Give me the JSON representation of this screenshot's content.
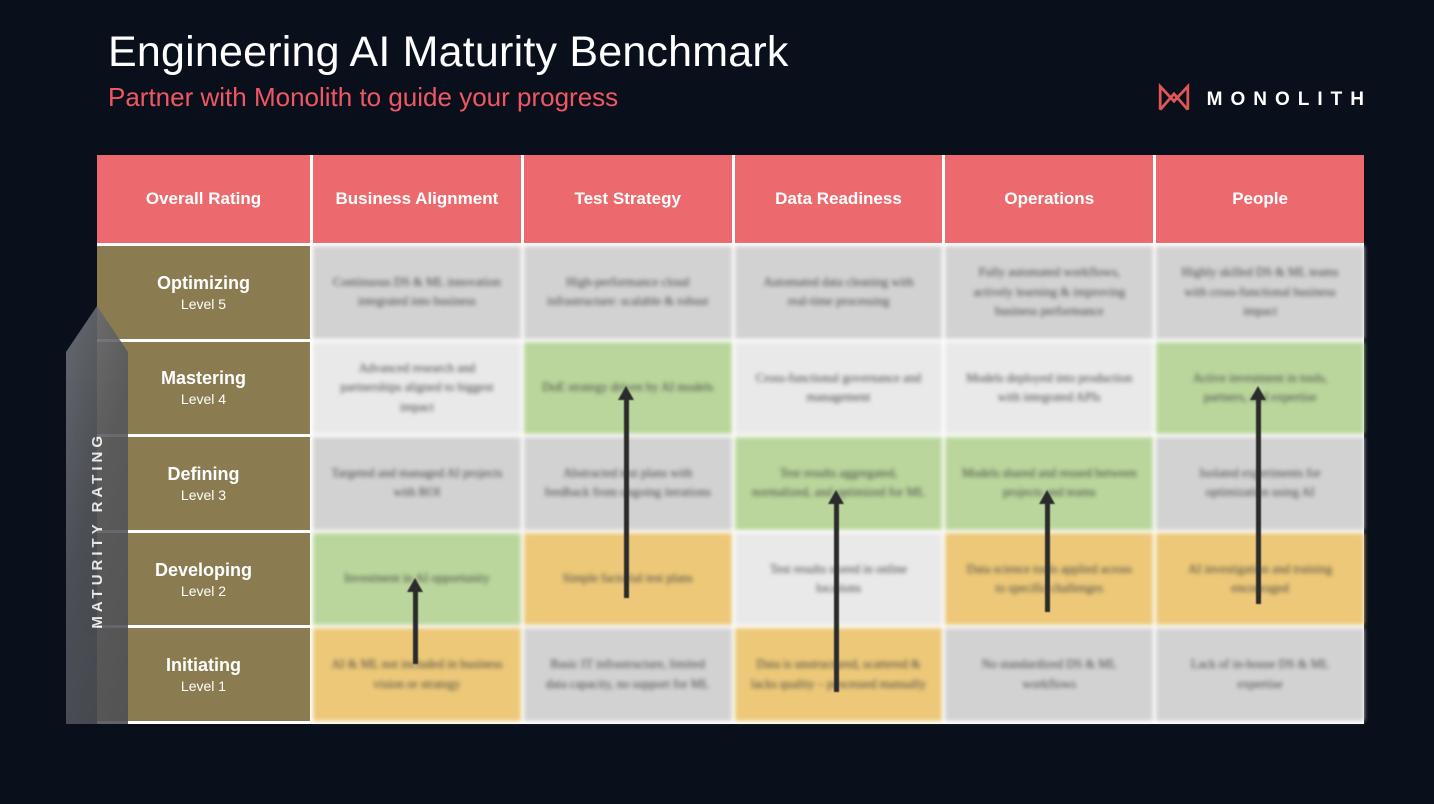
{
  "slide": {
    "title": "Engineering AI Maturity Benchmark",
    "subtitle": "Partner with Monolith to guide your progress",
    "accent_color": "#ef5765",
    "background_color": "#0a101b"
  },
  "logo": {
    "text": "MONOLITH",
    "icon": "monolith-m-icon",
    "icon_color": "#e05656"
  },
  "axis": {
    "label": "MATURITY RATING"
  },
  "legend_colors": {
    "header": "#ec6a6e",
    "rating": "#8a7c50",
    "neutral": "#d2d2d2",
    "strength": "#bad69c",
    "weakness": "#ecc878"
  },
  "table": {
    "columns": [
      "Overall Rating",
      "Business Alignment",
      "Test Strategy",
      "Data Readiness",
      "Operations",
      "People"
    ],
    "rows": [
      {
        "label": "Optimizing",
        "level": "Level 5",
        "cells": [
          {
            "text": "Continuous DS & ML innovation integrated into business",
            "state": "gray"
          },
          {
            "text": "High-performance cloud infrastructure: scalable & robust",
            "state": "gray"
          },
          {
            "text": "Automated data cleaning with real-time processing",
            "state": "gray"
          },
          {
            "text": "Fully automated workflows, actively learning & improving business performance",
            "state": "gray"
          },
          {
            "text": "Highly skilled DS & ML teams with cross-functional business impact",
            "state": "gray"
          }
        ]
      },
      {
        "label": "Mastering",
        "level": "Level 4",
        "cells": [
          {
            "text": "Advanced research and partnerships aligned to biggest impact",
            "state": "gray"
          },
          {
            "text": "DoE strategy driven by AI models",
            "state": "green"
          },
          {
            "text": "Cross-functional governance and management",
            "state": "gray"
          },
          {
            "text": "Models deployed into production with integrated APIs",
            "state": "gray"
          },
          {
            "text": "Active investment in tools, partners, and expertise",
            "state": "green"
          }
        ]
      },
      {
        "label": "Defining",
        "level": "Level 3",
        "cells": [
          {
            "text": "Targeted and managed AI projects with ROI",
            "state": "gray"
          },
          {
            "text": "Abstracted test plans with feedback from ongoing iterations",
            "state": "gray"
          },
          {
            "text": "Test results aggregated, normalized, and optimized for ML",
            "state": "green"
          },
          {
            "text": "Models shared and reused between projects and teams",
            "state": "green"
          },
          {
            "text": "Isolated experiments for optimization using AI",
            "state": "gray"
          }
        ]
      },
      {
        "label": "Developing",
        "level": "Level 2",
        "cells": [
          {
            "text": "Investment in AI opportunity",
            "state": "green"
          },
          {
            "text": "Simple factorial test plans",
            "state": "yellow"
          },
          {
            "text": "Test results stored in online locations",
            "state": "gray"
          },
          {
            "text": "Data science tools applied across to specific challenges",
            "state": "yellow"
          },
          {
            "text": "AI investigation and training encouraged",
            "state": "yellow"
          }
        ]
      },
      {
        "label": "Initiating",
        "level": "Level 1",
        "cells": [
          {
            "text": "AI & ML not included in business vision or strategy",
            "state": "yellow"
          },
          {
            "text": "Basic IT infrastructure, limited data capacity,  no support for ML",
            "state": "gray"
          },
          {
            "text": "Data is unstructured, scattered & lacks quality – processed manually",
            "state": "yellow"
          },
          {
            "text": "No standardized DS & ML workflows",
            "state": "gray"
          },
          {
            "text": "Lack of in-house DS & ML expertise",
            "state": "gray"
          }
        ]
      }
    ]
  },
  "arrows": [
    {
      "column": "Business Alignment",
      "from_level": "Initiating",
      "to_level": "Developing"
    },
    {
      "column": "Test Strategy",
      "from_level": "Developing",
      "to_level": "Mastering"
    },
    {
      "column": "Data Readiness",
      "from_level": "Initiating",
      "to_level": "Defining"
    },
    {
      "column": "Operations",
      "from_level": "Developing",
      "to_level": "Defining"
    },
    {
      "column": "People",
      "from_level": "Developing",
      "to_level": "Mastering"
    }
  ]
}
